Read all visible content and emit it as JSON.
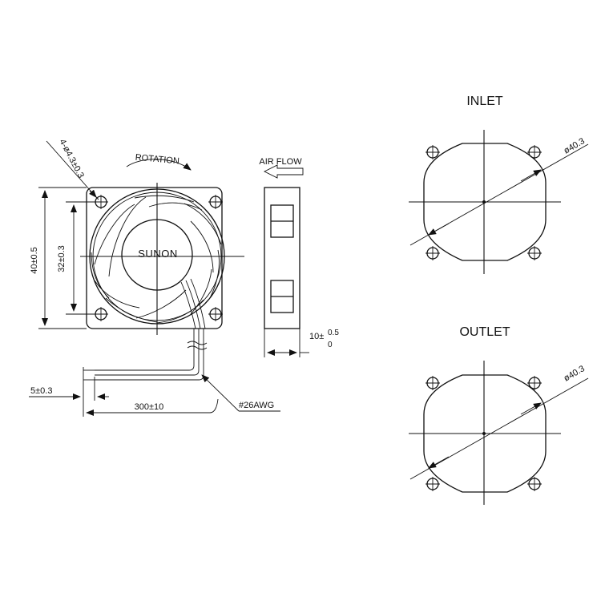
{
  "brand": "SUNON",
  "labels": {
    "rotation": "ROTATION",
    "air_flow": "AIR FLOW",
    "inlet": "INLET",
    "outlet": "OUTLET"
  },
  "dimensions": {
    "hole_spec": "4-ø4.3±0.3",
    "height_outer": "40±0.5",
    "height_pitch": "32±0.3",
    "thickness_main": "10±",
    "thickness_upper": "0.5",
    "thickness_lower": "0",
    "lead_strip": "5±0.3",
    "lead_length": "300±10",
    "wire_gauge": "#26AWG",
    "inlet_diameter": "ø40.3",
    "outlet_diameter": "ø40.3"
  },
  "colors": {
    "line": "#111111",
    "background": "#ffffff"
  }
}
